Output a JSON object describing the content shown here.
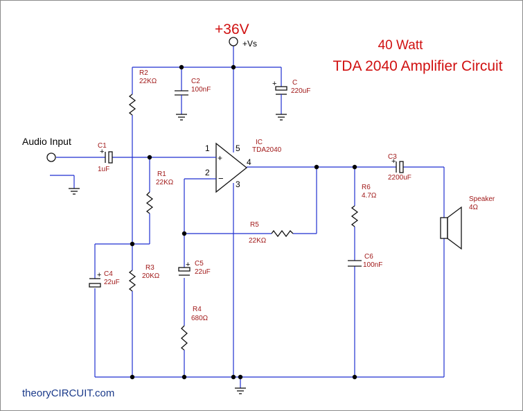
{
  "title": {
    "line1": "40 Watt",
    "line2": "TDA 2040 Amplifier Circuit"
  },
  "supply": {
    "voltage": "+36V",
    "rail": "+Vs"
  },
  "audio_input": "Audio Input",
  "brand": {
    "prefix": "theory",
    "main": "CIRCUIT",
    "suffix": ".com"
  },
  "ic": {
    "ref": "IC",
    "part": "TDA2040",
    "pins": [
      "1",
      "2",
      "3",
      "4",
      "5"
    ]
  },
  "components": {
    "R1": {
      "ref": "R1",
      "value": "22KΩ"
    },
    "R2": {
      "ref": "R2",
      "value": "22KΩ"
    },
    "R3": {
      "ref": "R3",
      "value": "20KΩ"
    },
    "R4": {
      "ref": "R4",
      "value": "680Ω"
    },
    "R5": {
      "ref": "R5",
      "value": "22KΩ"
    },
    "R6": {
      "ref": "R6",
      "value": "4.7Ω"
    },
    "C": {
      "ref": "C",
      "value": "220uF"
    },
    "C1": {
      "ref": "C1",
      "value": "1uF"
    },
    "C2": {
      "ref": "C2",
      "value": "100nF"
    },
    "C3": {
      "ref": "C3",
      "value": "2200uF"
    },
    "C4": {
      "ref": "C4",
      "value": "22uF"
    },
    "C5": {
      "ref": "C5",
      "value": "22uF"
    },
    "C6": {
      "ref": "C6",
      "value": "100nF"
    },
    "SPK": {
      "ref": "Speaker",
      "value": "4Ω"
    }
  },
  "polarity": "+",
  "opamp_signs": {
    "plus": "+",
    "minus": "−"
  }
}
